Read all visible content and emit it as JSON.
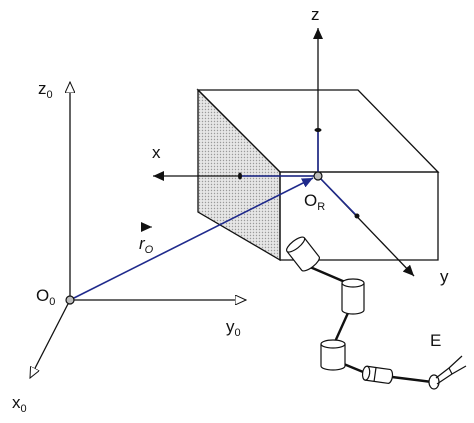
{
  "colors": {
    "ink": "#111111",
    "vector": "#1f2a8c",
    "shade": "#c8c8c8"
  },
  "labels": {
    "z0": {
      "main": "z",
      "sub": "0"
    },
    "x0": {
      "main": "x",
      "sub": "0"
    },
    "y0": {
      "main": "y",
      "sub": "0"
    },
    "O0": {
      "main": "O",
      "sub": "0"
    },
    "z": "z",
    "x": "x",
    "y": "y",
    "OR": {
      "main": "O",
      "sub": "R"
    },
    "rO": {
      "main": "r",
      "sub": "O"
    },
    "E": "E"
  }
}
